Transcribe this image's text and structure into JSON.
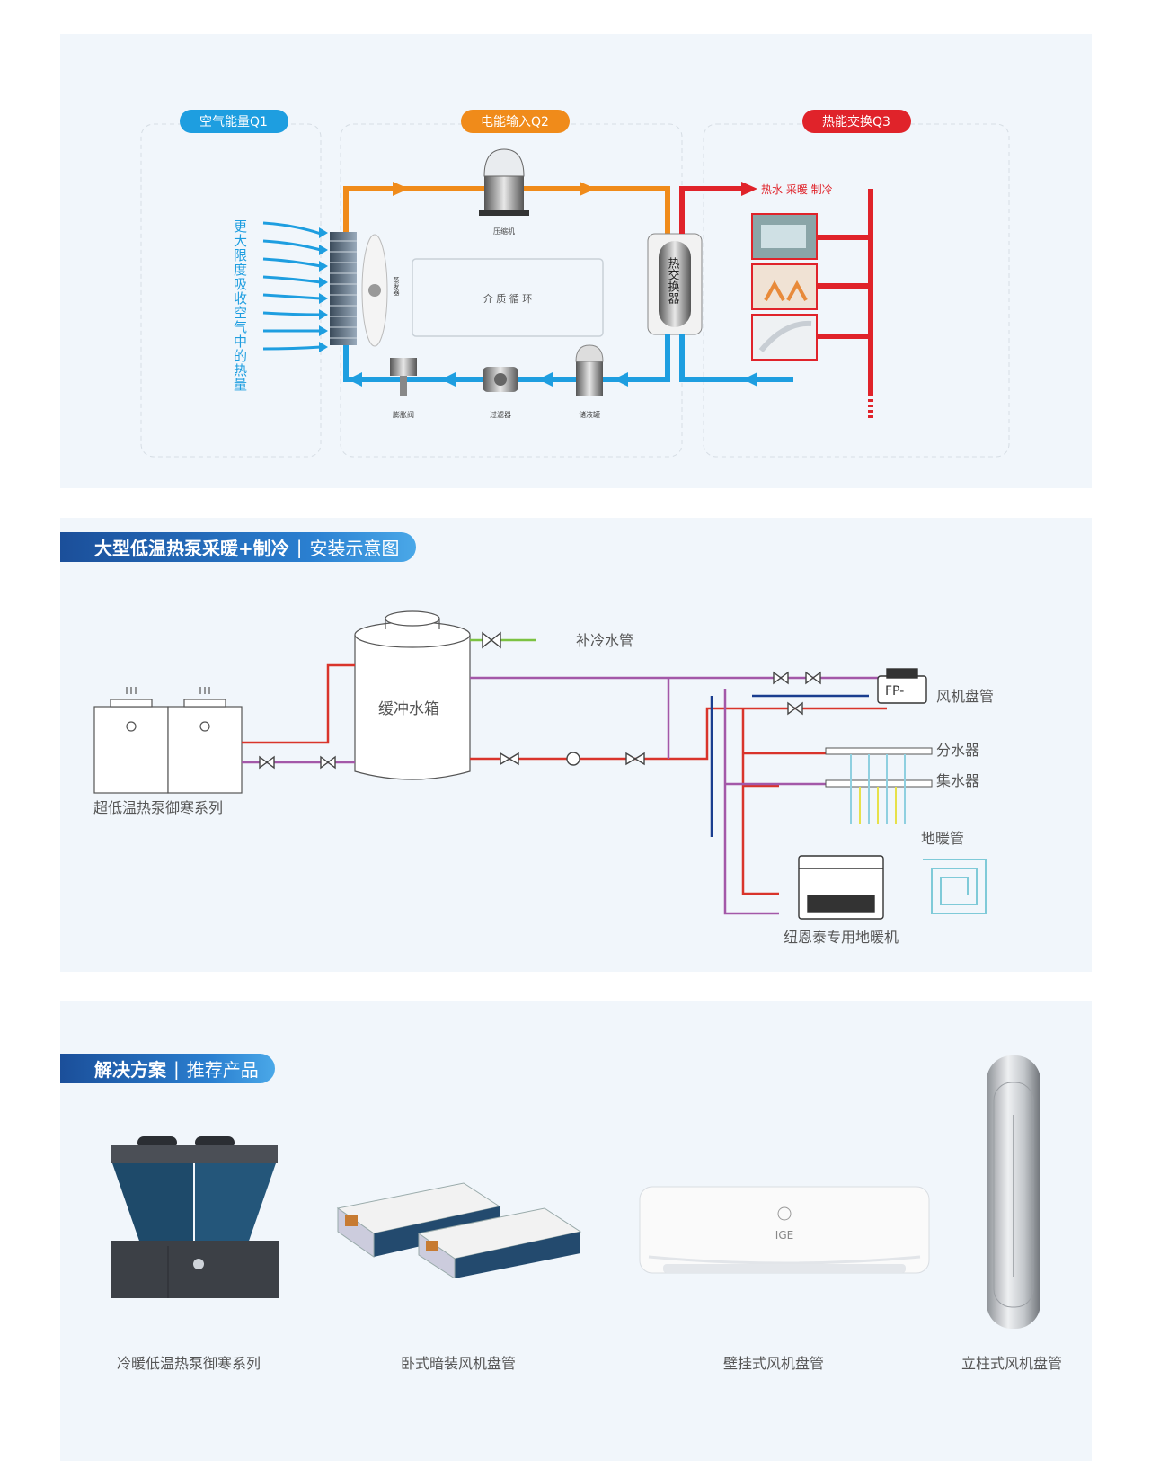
{
  "flow": {
    "badge_air": "空气能量Q1",
    "badge_power": "电能输入Q2",
    "badge_heat": "热能交换Q3",
    "air_caption": "更大限度吸收空气中的热量",
    "compressor": "压缩机",
    "evaporator": "蒸发器",
    "medium_cycle": "介 质 循 环",
    "heat_exchanger": "热交换器",
    "expansion_valve": "膨胀阀",
    "filter": "过滤器",
    "liquid_tank": "储液罐",
    "outputs": "热水 采暖 制冷",
    "colors": {
      "air": "#1e9ee0",
      "power": "#f08b1a",
      "heat": "#e0232a"
    }
  },
  "install": {
    "title_bold": "大型低温热泵采暖+制冷",
    "title_light": "安装示意图",
    "buffer_tank": "缓冲水箱",
    "makeup_pipe": "补冷水管",
    "fan_coil": "风机盘管",
    "fp_label": "FP-",
    "distributor": "分水器",
    "collector": "集水器",
    "floor_pipe": "地暖管",
    "heat_pump": "超低温热泵御寒系列",
    "floor_unit": "纽恩泰专用地暖机"
  },
  "solution": {
    "title_bold": "解决方案",
    "title_light": "推荐产品",
    "products": [
      {
        "label": "冷暖低温热泵御寒系列"
      },
      {
        "label": "卧式暗装风机盘管"
      },
      {
        "label": "壁挂式风机盘管"
      },
      {
        "label": "立柱式风机盘管"
      }
    ],
    "wall_unit_mark": "IGE"
  }
}
